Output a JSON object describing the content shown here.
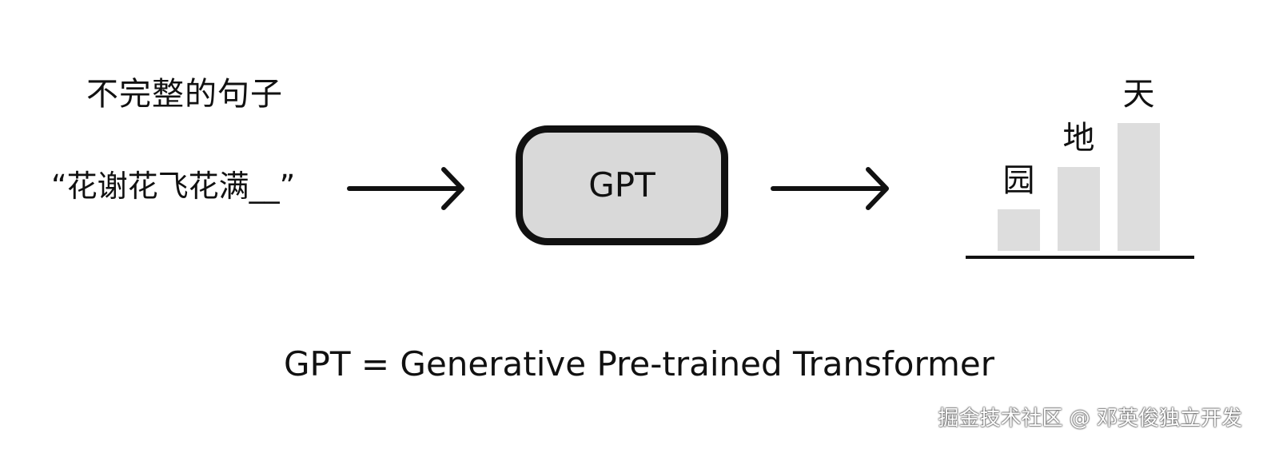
{
  "diagram": {
    "heading": "不完整的句子",
    "sentence": "“花谢花飞花满__”",
    "model_label": "GPT",
    "definition": "GPT = Generative Pre-trained Transformer"
  },
  "chart_data": {
    "type": "bar",
    "categories": [
      "园",
      "地",
      "天"
    ],
    "values": [
      1,
      2,
      3
    ],
    "title": "",
    "xlabel": "",
    "ylabel": "",
    "grid": false
  },
  "watermark": "掘金技术社区 @ 邓英俊独立开发",
  "colors": {
    "stroke": "#111111",
    "box_fill": "#d9d9d9",
    "bar_fill": "#dddddd"
  }
}
